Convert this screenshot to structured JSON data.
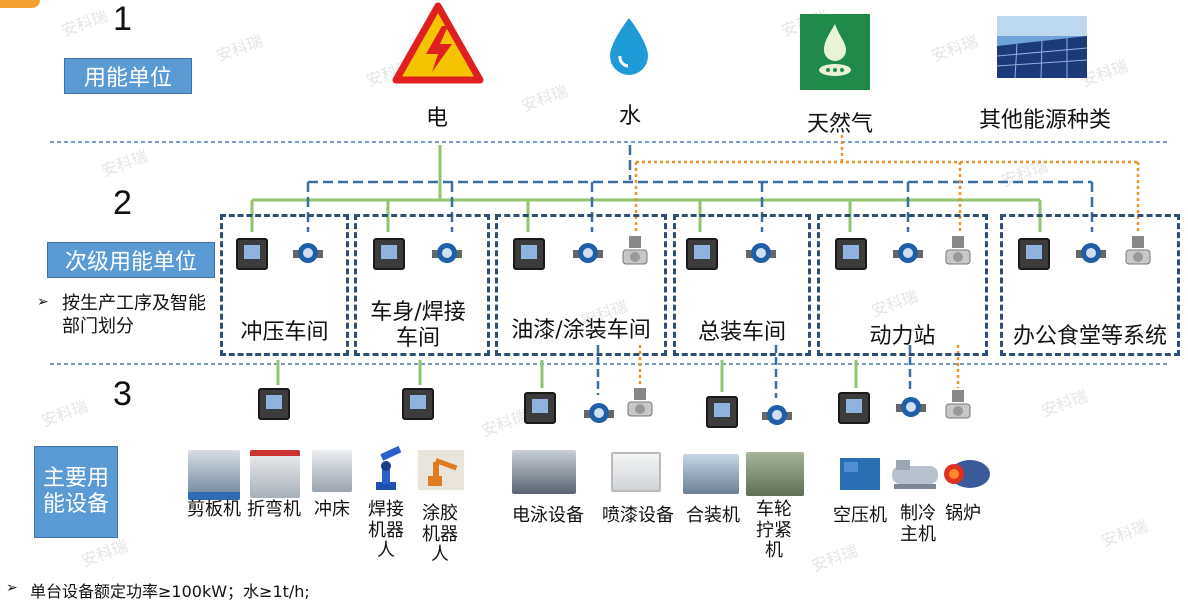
{
  "levels": {
    "one": "1",
    "two": "2",
    "three": "3"
  },
  "tags": {
    "level1": "用能单位",
    "level2": "次级用能单位",
    "level3": "主要用能设备"
  },
  "sources": {
    "electricity": "电",
    "water": "水",
    "gas": "天然气",
    "other": "其他能源种类"
  },
  "level2_note": "按生产工序及智能部门划分",
  "workshops": [
    {
      "name": "冲压车间"
    },
    {
      "name": "车身/焊接车间"
    },
    {
      "name": "油漆/涂装车间"
    },
    {
      "name": "总装车间"
    },
    {
      "name": "动力站"
    },
    {
      "name": "办公食堂等系统"
    }
  ],
  "equipment": [
    "剪板机",
    "折弯机",
    "冲床",
    "焊接机器人",
    "涂胶机器人",
    "电泳设备",
    "喷漆设备",
    "合装机",
    "车轮拧紧机",
    "空压机",
    "制冷主机",
    "锅炉"
  ],
  "footnote": "单台设备额定功率≥100kW；水≥1t/h;",
  "watermark": "安科瑞",
  "colors": {
    "electric_line": "#92c46f",
    "water_line": "#3a6ea5",
    "gas_line": "#e8962c",
    "box_border": "#2e4f73",
    "tag_bg": "#5b9bd5"
  }
}
